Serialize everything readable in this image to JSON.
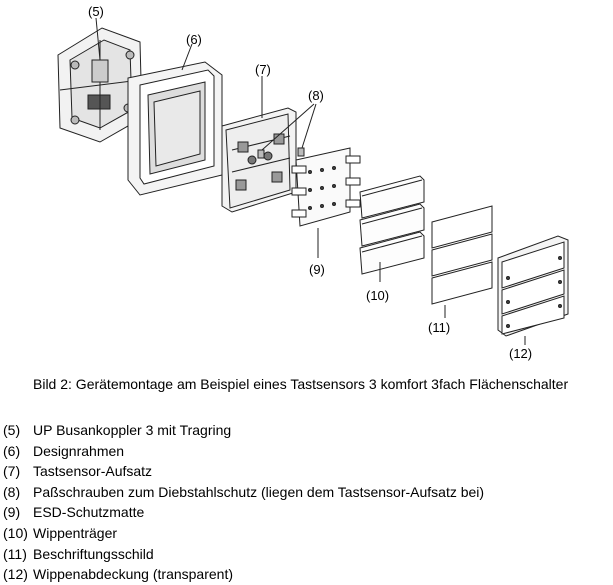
{
  "figure": {
    "callouts": [
      "(5)",
      "(6)",
      "(7)",
      "(8)",
      "(9)",
      "(10)",
      "(11)",
      "(12)"
    ]
  },
  "caption": "Bild 2: Gerätemontage am Beispiel eines Tastsensors 3 komfort 3fach Flächenschalter",
  "legend": [
    {
      "num": "(5)",
      "text": "UP Busankoppler 3 mit Tragring"
    },
    {
      "num": "(6)",
      "text": "Designrahmen"
    },
    {
      "num": "(7)",
      "text": "Tastsensor-Aufsatz"
    },
    {
      "num": "(8)",
      "text": "Paßschrauben zum Diebstahlschutz (liegen dem Tastsensor-Aufsatz bei)"
    },
    {
      "num": "(9)",
      "text": "ESD-Schutzmatte"
    },
    {
      "num": "(10)",
      "text": "Wippenträger"
    },
    {
      "num": "(11)",
      "text": "Beschriftungsschild"
    },
    {
      "num": "(12)",
      "text": "Wippenabdeckung (transparent)"
    }
  ]
}
